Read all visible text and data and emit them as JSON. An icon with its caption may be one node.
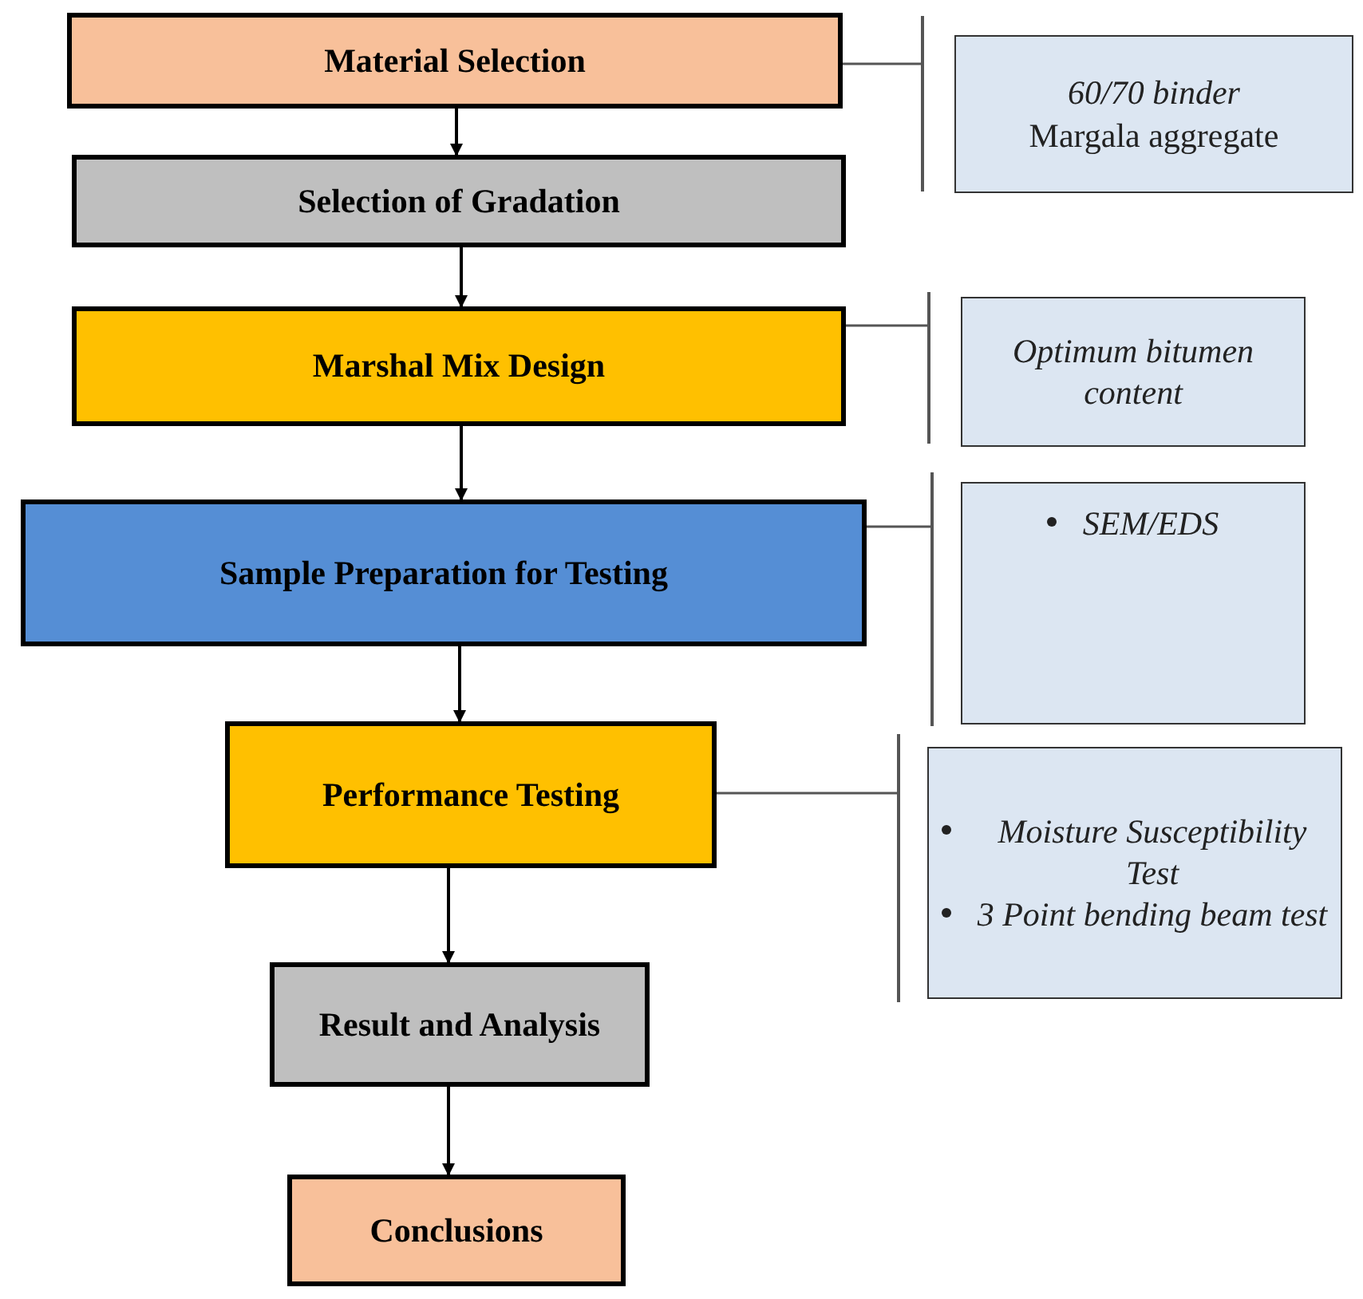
{
  "diagram": {
    "nodes": [
      {
        "text": [
          "Material Selection"
        ]
      },
      {
        "text": [
          "Selection of Gradation"
        ]
      },
      {
        "text": [
          "Marshal Mix Design"
        ]
      },
      {
        "text": [
          "Sample Preparation for Testing"
        ]
      },
      {
        "text": [
          "Performance Testing"
        ]
      },
      {
        "text": [
          "Result and Analysis"
        ]
      },
      {
        "text": [
          "Conclusions"
        ]
      },
      {
        "text": [
          "60/70 binder",
          "Margala aggregate"
        ]
      },
      {
        "text": [
          "Optimum bitumen content"
        ]
      },
      {
        "text": [
          "SEM/EDS"
        ]
      },
      {
        "text": [
          "Moisture Susceptibility Test",
          "3 Point bending beam test"
        ]
      }
    ],
    "edges": [
      {
        "from": 0,
        "to": 1,
        "arrow": "to"
      },
      {
        "from": 1,
        "to": 2,
        "arrow": "to"
      },
      {
        "from": 2,
        "to": 3,
        "arrow": "to"
      },
      {
        "from": 3,
        "to": 4,
        "arrow": "to"
      },
      {
        "from": 4,
        "to": 5,
        "arrow": "to"
      },
      {
        "from": 5,
        "to": 6,
        "arrow": "to"
      },
      {
        "from": 0,
        "to": 7,
        "arrow": "other"
      },
      {
        "from": 2,
        "to": 8,
        "arrow": "other"
      },
      {
        "from": 3,
        "to": 9,
        "arrow": "other"
      },
      {
        "from": 4,
        "to": 10,
        "arrow": "other"
      }
    ]
  }
}
